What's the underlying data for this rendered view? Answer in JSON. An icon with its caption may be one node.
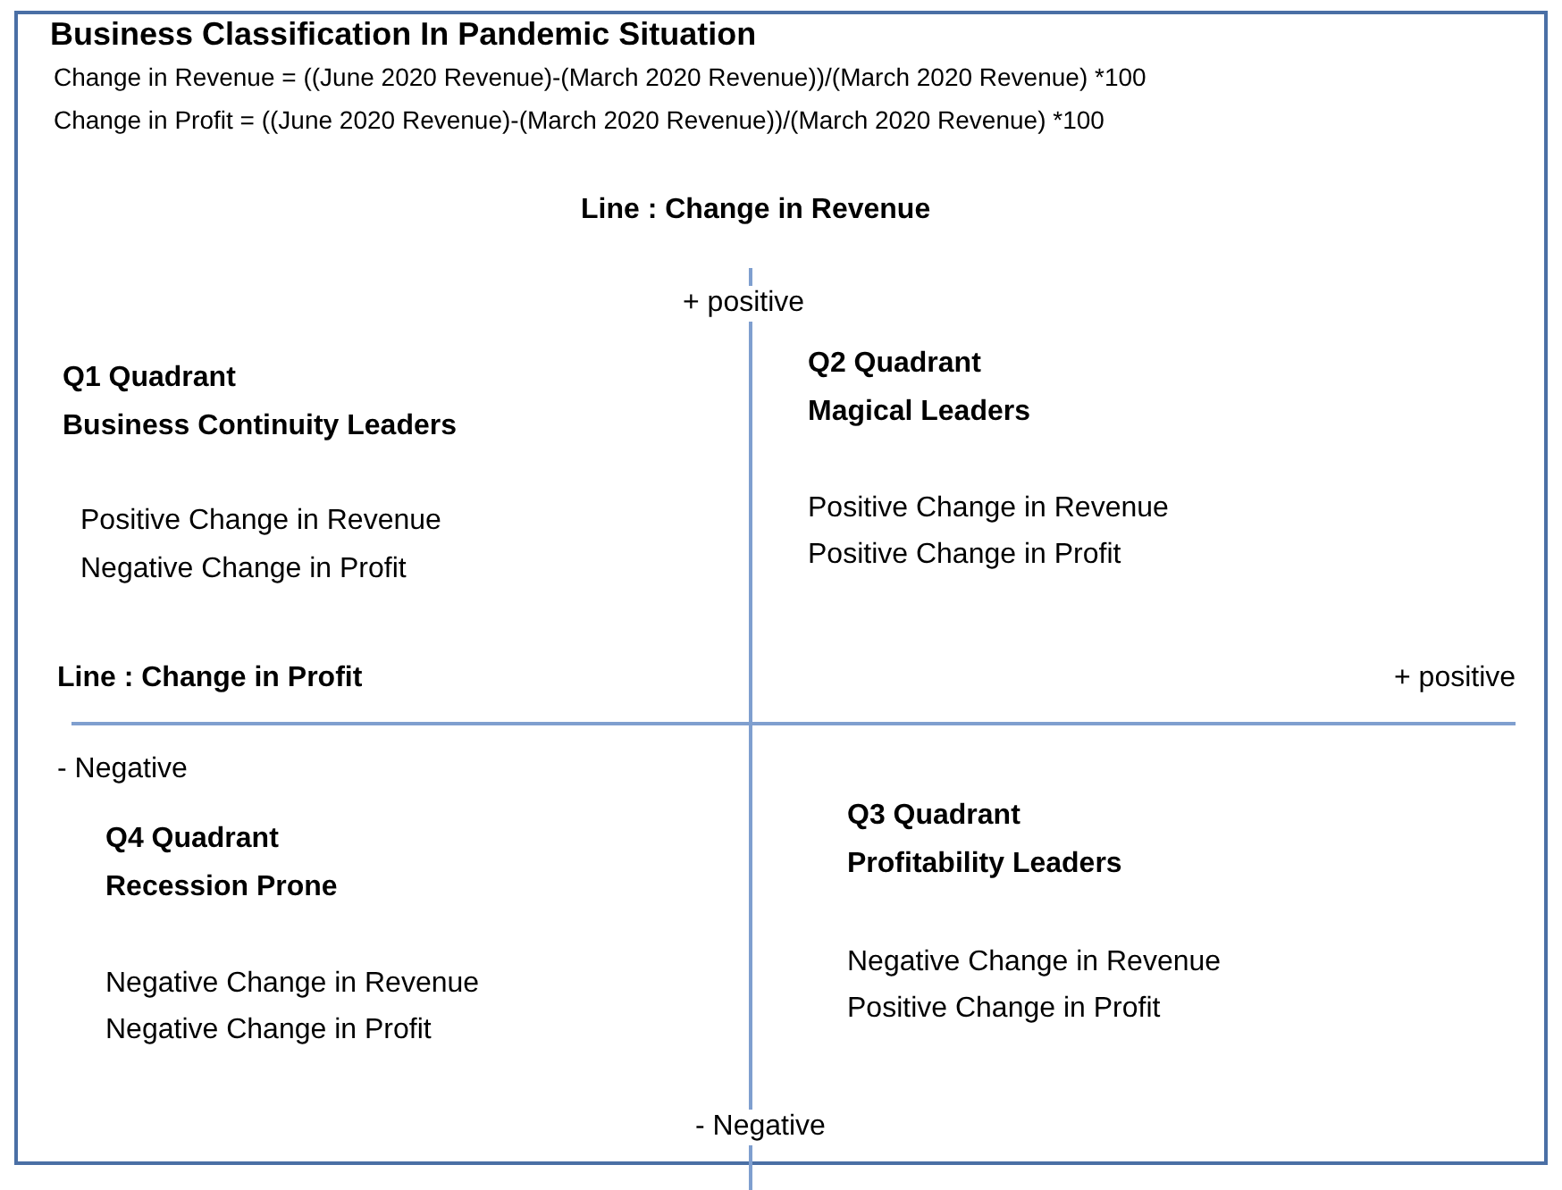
{
  "diagram": {
    "title": "Business Classification In Pandemic Situation",
    "labels": [
      "Change in Revenue = ((June 2020 Revenue)-(March 2020 Revenue))/(March 2020 Revenue) *100",
      "Change in Profit = ((June 2020 Revenue)-(March 2020 Revenue))/(March 2020 Revenue) *100",
      "Line : Change in Revenue",
      "+ positive",
      "Q1 Quadrant",
      "Business Continuity Leaders",
      "Q2 Quadrant",
      "Magical Leaders",
      "Positive Change in Revenue",
      "Negative Change in Profit",
      "Positive Change in Revenue",
      "Positive Change in Profit",
      "Line : Change in Profit",
      "+ positive",
      "- Negative",
      "Q4 Quadrant",
      "Recession Prone",
      "Q3 Quadrant",
      "Profitability Leaders",
      "Negative Change in Revenue",
      "Negative Change in Profit",
      "Negative Change in Revenue",
      "Positive Change in Profit",
      "- Negative"
    ]
  }
}
